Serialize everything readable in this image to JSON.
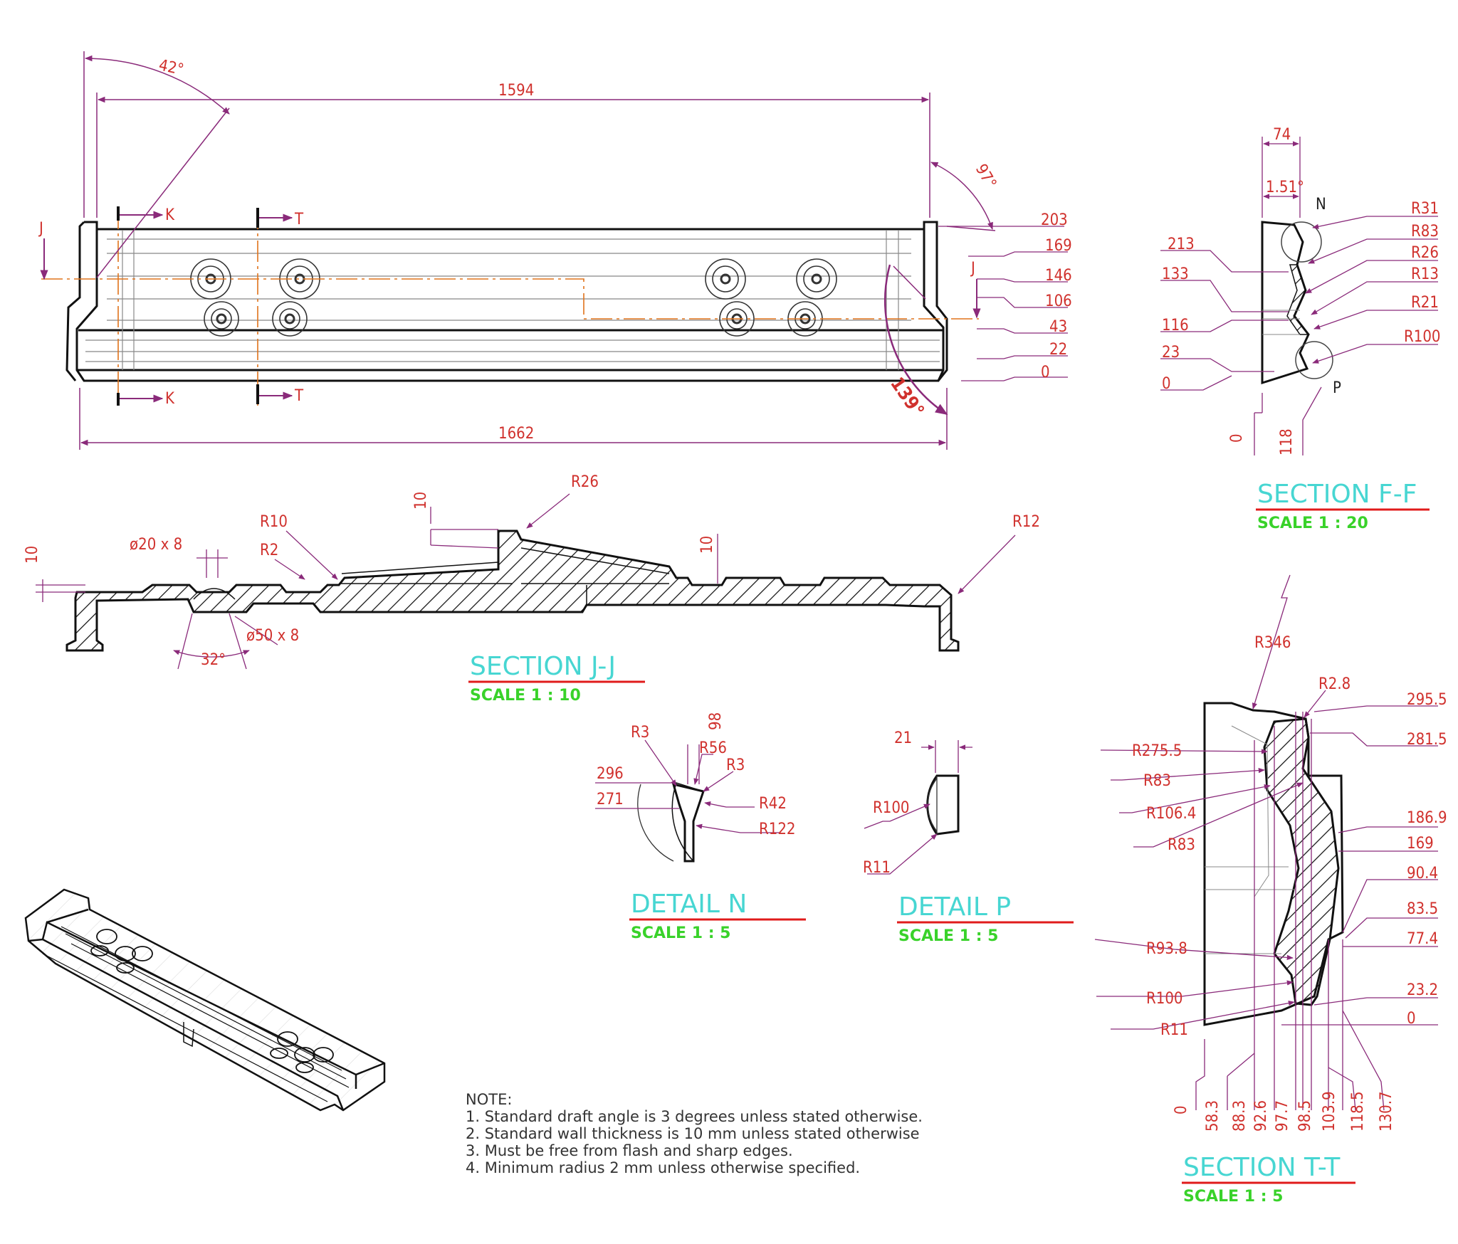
{
  "colors": {
    "dimension": "#d0312d",
    "leader": "#8a2a7a",
    "outline": "#111111",
    "centerline": "#e0731b",
    "section_title": "#47d6d2",
    "scale_text": "#39d22a",
    "underline": "#e01b1b"
  },
  "top_view": {
    "angle_top": "42°",
    "length_upper": "1594",
    "angle_right": "97°",
    "angle_lower": "139°",
    "length_lower": "1662",
    "cut_labels": {
      "k_top": "K",
      "k_bottom": "K",
      "t_top": "T",
      "t_bottom": "T",
      "j_left": "J",
      "j_right": "J"
    },
    "height_dims": [
      "203",
      "169",
      "146",
      "106",
      "43",
      "22",
      "0"
    ]
  },
  "section_ff": {
    "width_top": "74",
    "angle": "1.51°",
    "detail_n": "N",
    "detail_p": "P",
    "left_dims": [
      "213",
      "133",
      "116",
      "23",
      "0"
    ],
    "right_radii": [
      "R31",
      "R83",
      "R26",
      "R13",
      "R21",
      "R100"
    ],
    "bottom_dims": [
      "0",
      "118"
    ],
    "title": "SECTION F-F",
    "scale": "SCALE 1 : 20"
  },
  "section_jj": {
    "r26": "R26",
    "ten_top": "10",
    "r10": "R10",
    "r2": "R2",
    "hole_top": "ø20 x 8",
    "ten_left": "10",
    "ten_mid": "10",
    "r12": "R12",
    "hole_bottom": "ø50 x 8",
    "angle": "32°",
    "title": "SECTION J-J",
    "scale": "SCALE 1 : 10"
  },
  "detail_n": {
    "r3_left": "R3",
    "dim_98": "98",
    "r56": "R56",
    "r3_right": "R3",
    "dim_296": "296",
    "dim_271": "271",
    "r42": "R42",
    "r122": "R122",
    "title": "DETAIL N",
    "scale": "SCALE 1 : 5"
  },
  "detail_p": {
    "dim_21": "21",
    "r100": "R100",
    "r11": "R11",
    "title": "DETAIL P",
    "scale": "SCALE 1 : 5"
  },
  "section_tt": {
    "r346": "R346",
    "r2_8": "R2.8",
    "left_radii": [
      "R275.5",
      "R83",
      "R106.4",
      "R83",
      "R93.8",
      "R100",
      "R11"
    ],
    "right_dims": [
      "295.5",
      "281.5",
      "186.9",
      "169",
      "90.4",
      "83.5",
      "77.4",
      "23.2",
      "0"
    ],
    "bottom_dims": [
      "0",
      "58.3",
      "88.3",
      "92.6",
      "97.7",
      "98.5",
      "103.9",
      "118.5",
      "130.7"
    ],
    "title": "SECTION T-T",
    "scale": "SCALE 1 : 5"
  },
  "notes": {
    "heading": "NOTE:",
    "lines": [
      "1. Standard draft angle is 3 degrees unless stated otherwise.",
      "2. Standard wall thickness is 10 mm unless stated otherwise",
      "3. Must be free from flash and sharp edges.",
      "4. Minimum radius 2 mm unless otherwise specified."
    ]
  }
}
